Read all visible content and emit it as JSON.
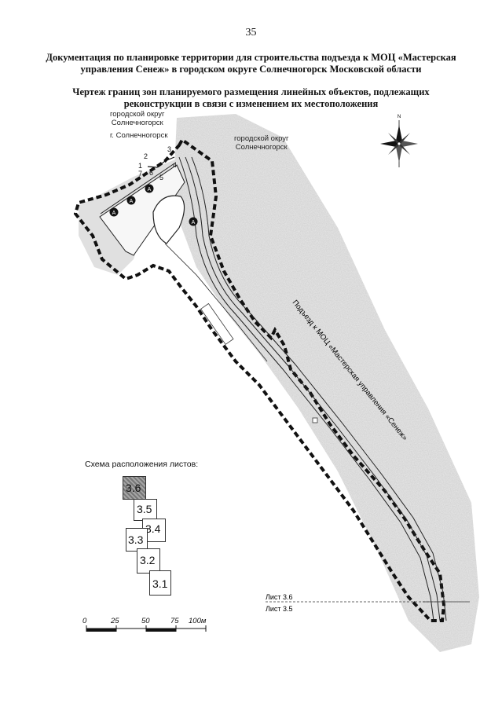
{
  "page_number": "35",
  "title": "Документация по планировке территории для строительства подъезда к МОЦ «Мастерская управления Сенеж» в городском округе Солнечногорск Московской области",
  "subtitle": "Чертеж границ зон планируемого размещения линейных объектов, подлежащих реконструкции в связи с изменением их местоположения",
  "map": {
    "labels": {
      "district_left_1": "городской округ",
      "district_left_2": "Солнечногорск",
      "town": "г. Солнечногорск",
      "district_right_1": "городской округ",
      "district_right_2": "Солнечногорск",
      "road": "Подъезд к МОЦ «Мастерская управления «Сенеж»",
      "compass_north": "N"
    },
    "points": [
      "1",
      "2",
      "3",
      "4",
      "5",
      "6",
      "7"
    ],
    "zone_marker": "А",
    "sheet_boundary": {
      "upper": "Лист 3.6",
      "lower": "Лист 3.5"
    }
  },
  "sheet_scheme": {
    "title": "Схема расположения листов:",
    "sheets": [
      "3.6",
      "3.5",
      "3.4",
      "3.3",
      "3.2",
      "3.1"
    ],
    "active_sheet": "3.6"
  },
  "scale_bar": {
    "ticks": [
      "0",
      "25",
      "50",
      "75",
      "100м"
    ]
  }
}
